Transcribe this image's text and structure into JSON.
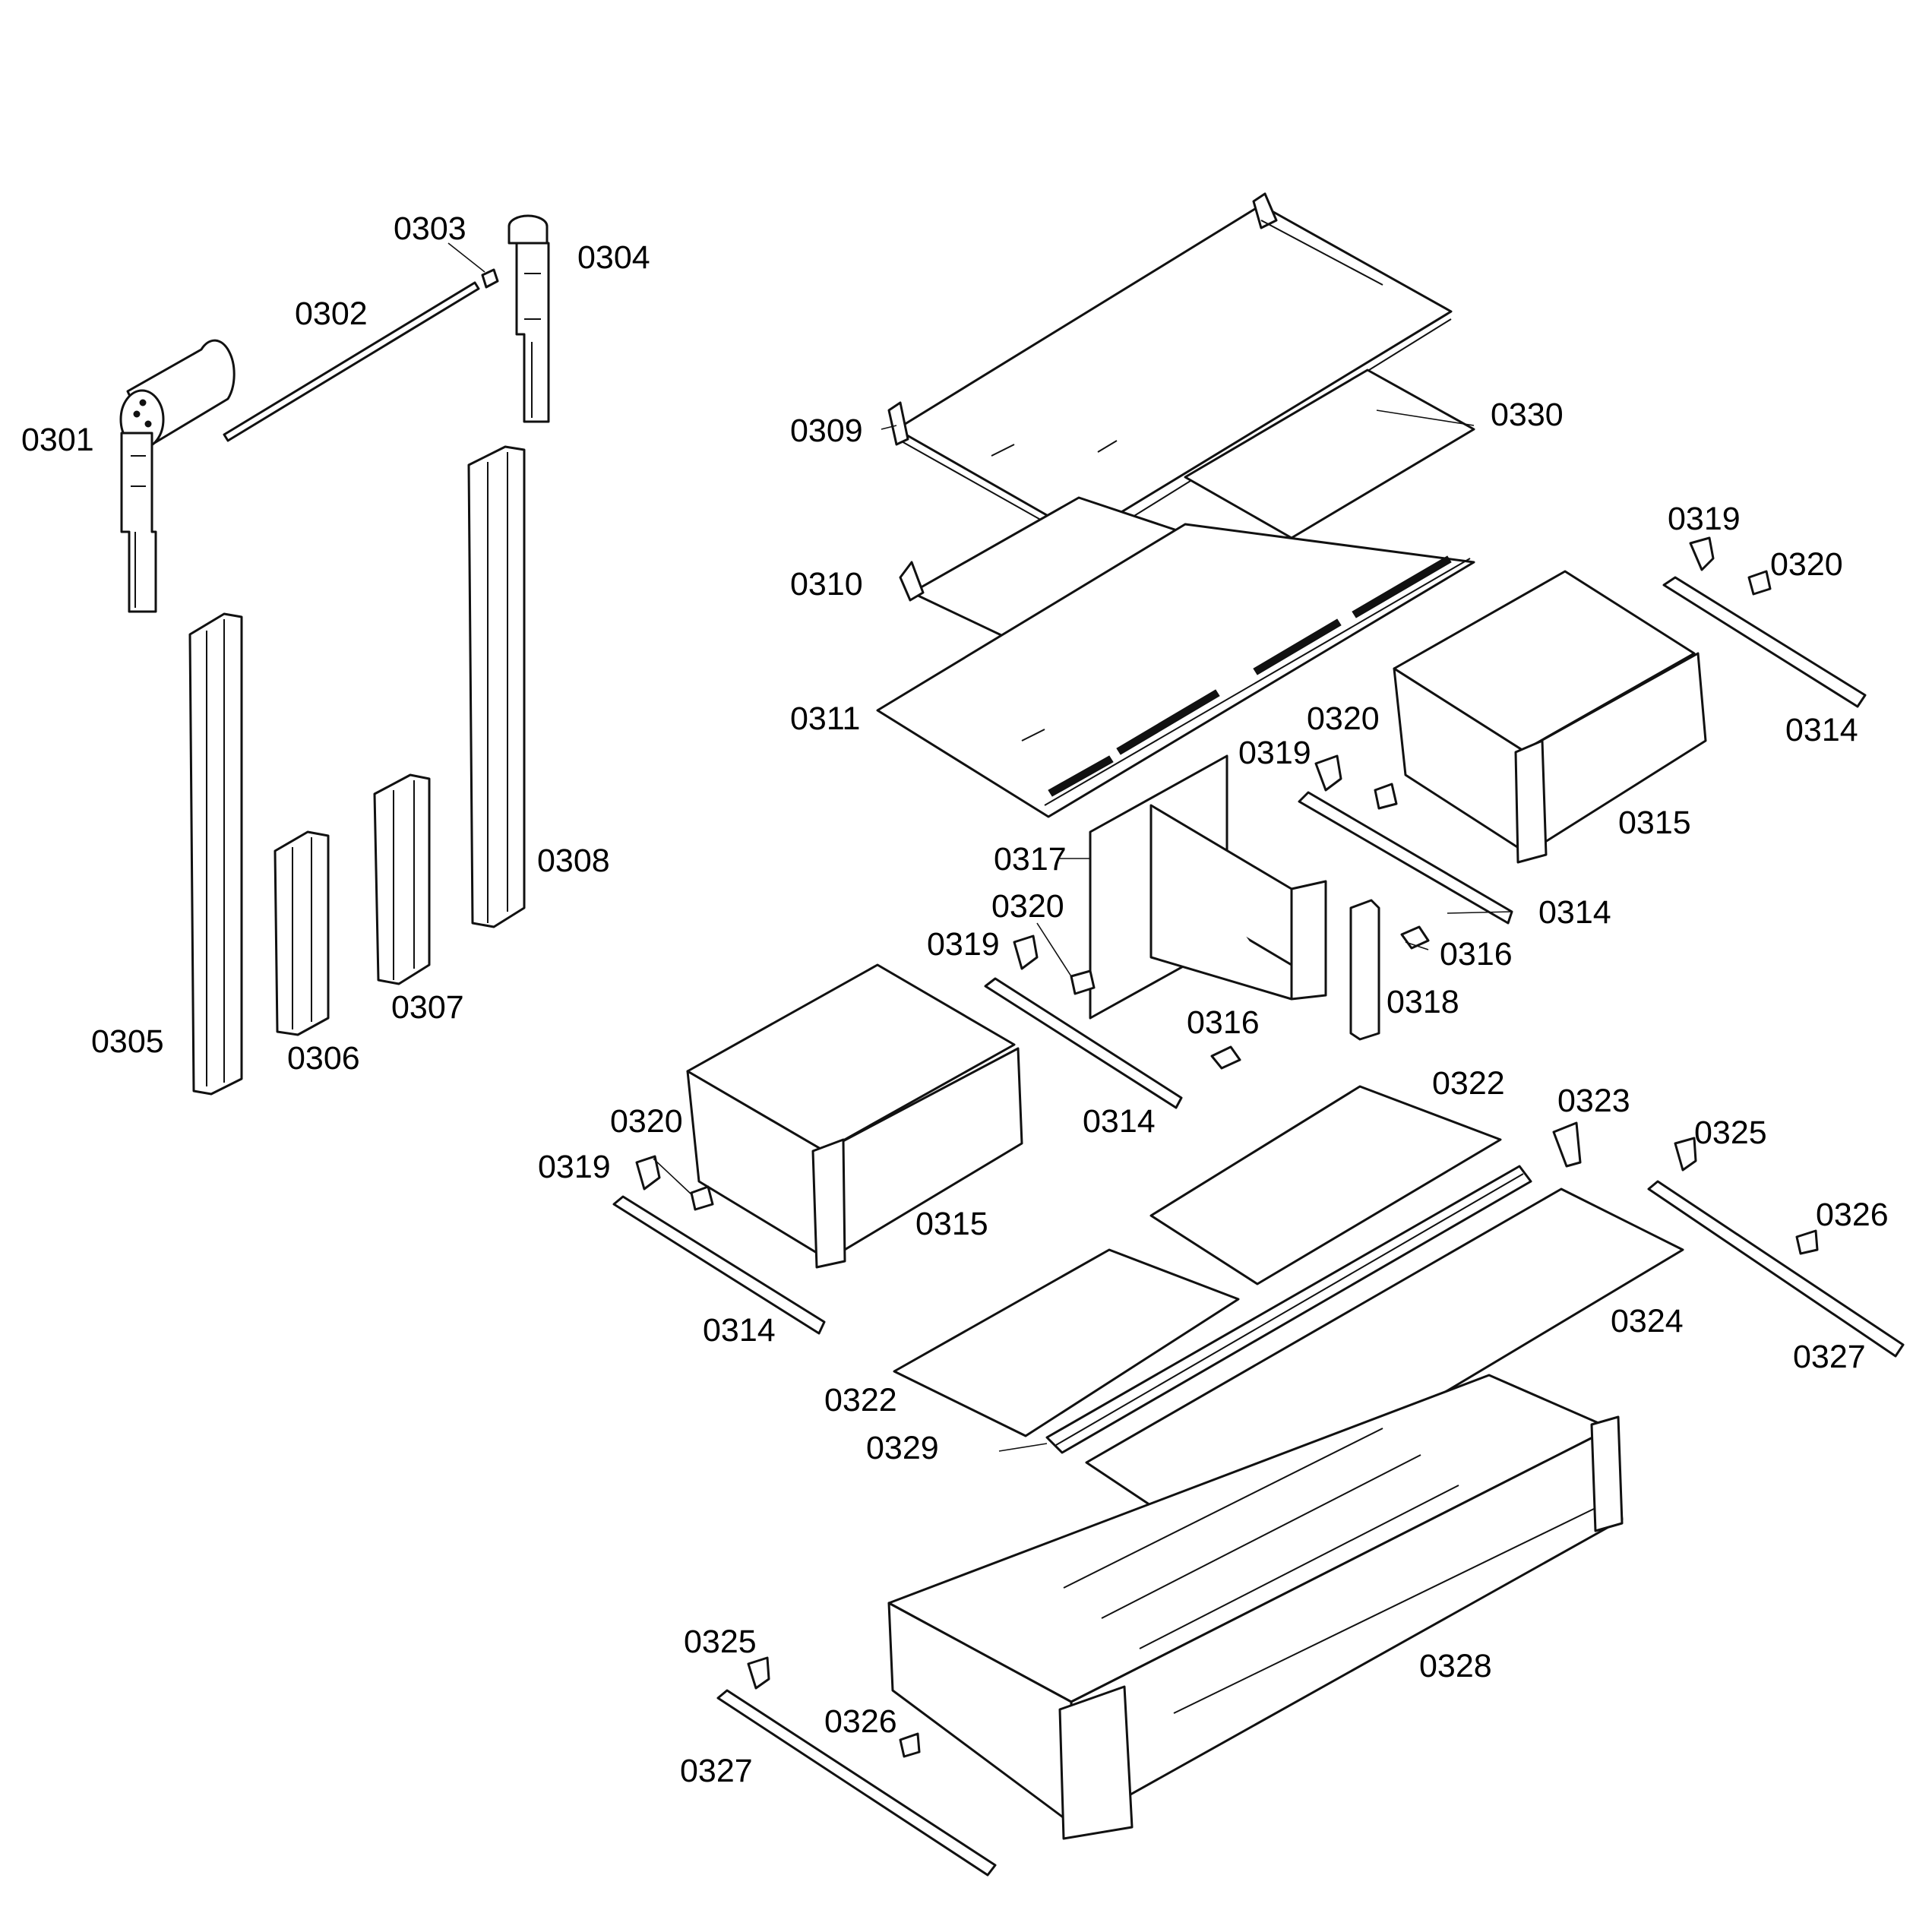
{
  "labels": [
    {
      "id": "c0301",
      "text": "0301"
    },
    {
      "id": "c0302",
      "text": "0302"
    },
    {
      "id": "c0303",
      "text": "0303"
    },
    {
      "id": "c0304",
      "text": "0304"
    },
    {
      "id": "c0305",
      "text": "0305"
    },
    {
      "id": "c0306",
      "text": "0306"
    },
    {
      "id": "c0307",
      "text": "0307"
    },
    {
      "id": "c0308",
      "text": "0308"
    },
    {
      "id": "c0309",
      "text": "0309"
    },
    {
      "id": "c0310",
      "text": "0310"
    },
    {
      "id": "c0311",
      "text": "0311"
    },
    {
      "id": "c0330",
      "text": "0330"
    },
    {
      "id": "c0319a",
      "text": "0319"
    },
    {
      "id": "c0320a",
      "text": "0320"
    },
    {
      "id": "c0314a",
      "text": "0314"
    },
    {
      "id": "c0315a",
      "text": "0315"
    },
    {
      "id": "c0320b",
      "text": "0320"
    },
    {
      "id": "c0319b",
      "text": "0319"
    },
    {
      "id": "c0317",
      "text": "0317"
    },
    {
      "id": "c0314b",
      "text": "0314"
    },
    {
      "id": "c0320c",
      "text": "0320"
    },
    {
      "id": "c0319c",
      "text": "0319"
    },
    {
      "id": "c0316a",
      "text": "0316"
    },
    {
      "id": "c0318",
      "text": "0318"
    },
    {
      "id": "c0316b",
      "text": "0316"
    },
    {
      "id": "c0314c",
      "text": "0314"
    },
    {
      "id": "c0322a",
      "text": "0322"
    },
    {
      "id": "c0323",
      "text": "0323"
    },
    {
      "id": "c0325a",
      "text": "0325"
    },
    {
      "id": "c0320d",
      "text": "0320"
    },
    {
      "id": "c0319d",
      "text": "0319"
    },
    {
      "id": "c0315b",
      "text": "0315"
    },
    {
      "id": "c0326a",
      "text": "0326"
    },
    {
      "id": "c0314d",
      "text": "0314"
    },
    {
      "id": "c0324",
      "text": "0324"
    },
    {
      "id": "c0327a",
      "text": "0327"
    },
    {
      "id": "c0322b",
      "text": "0322"
    },
    {
      "id": "c0329",
      "text": "0329"
    },
    {
      "id": "c0328",
      "text": "0328"
    },
    {
      "id": "c0325b",
      "text": "0325"
    },
    {
      "id": "c0326b",
      "text": "0326"
    },
    {
      "id": "c0327b",
      "text": "0327"
    }
  ]
}
